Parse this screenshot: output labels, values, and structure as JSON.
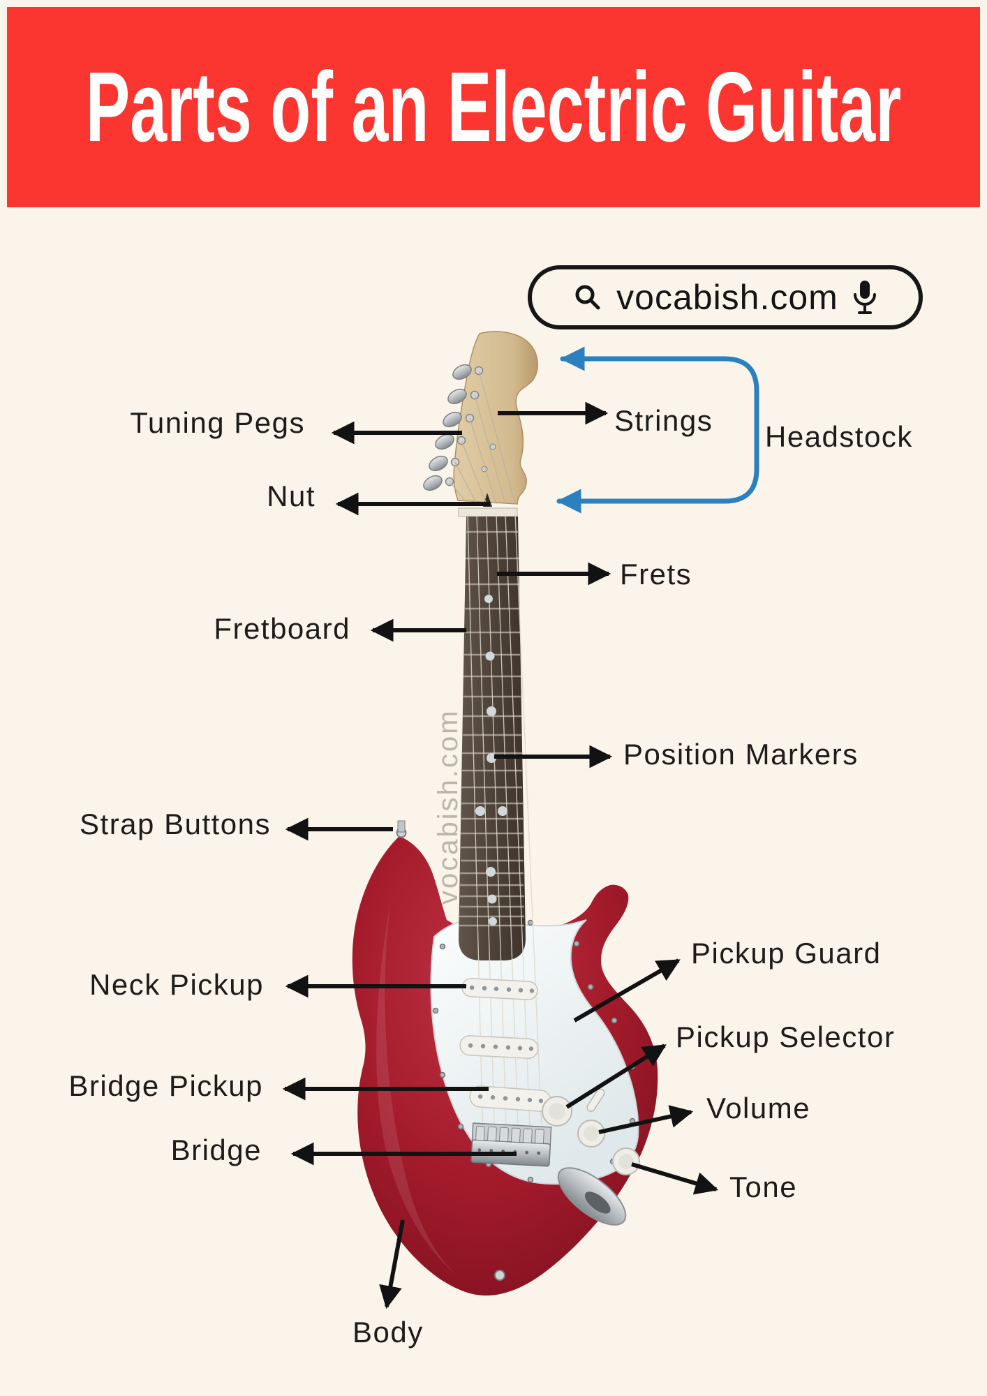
{
  "page": {
    "background": "#faf4ea"
  },
  "header": {
    "title": "Parts of an Electric Guitar",
    "background": "#fb352f",
    "text_color": "#ffffff"
  },
  "search": {
    "url_text": "vocabish.com",
    "left_icon": "magnifier-icon",
    "right_icon": "microphone-icon"
  },
  "watermark": {
    "text": "vocabish.com"
  },
  "diagram": {
    "subject": "red stratocaster-style electric guitar photo with labeled parts",
    "colors": {
      "arrow_black": "#121212",
      "bracket_blue": "#2b80bf",
      "body_red": "#a31b2b",
      "body_red_dark": "#7c1120",
      "pickguard_white": "#f4f7f7",
      "headstock_maple": "#d7c194",
      "fretboard_brown": "#52443b",
      "chrome": "#c3c8ca"
    },
    "labels": [
      {
        "text": "Tuning Pegs",
        "side": "left"
      },
      {
        "text": "Strings",
        "side": "right"
      },
      {
        "text": "Headstock",
        "side": "right"
      },
      {
        "text": "Nut",
        "side": "left"
      },
      {
        "text": "Frets",
        "side": "right"
      },
      {
        "text": "Fretboard",
        "side": "left"
      },
      {
        "text": "Position Markers",
        "side": "right"
      },
      {
        "text": "Strap Buttons",
        "side": "left"
      },
      {
        "text": "Neck Pickup",
        "side": "left"
      },
      {
        "text": "Pickup Guard",
        "side": "right"
      },
      {
        "text": "Bridge Pickup",
        "side": "left"
      },
      {
        "text": "Pickup Selector",
        "side": "right"
      },
      {
        "text": "Volume",
        "side": "right"
      },
      {
        "text": "Bridge",
        "side": "left"
      },
      {
        "text": "Tone",
        "side": "right"
      },
      {
        "text": "Body",
        "side": "bottom"
      }
    ]
  }
}
